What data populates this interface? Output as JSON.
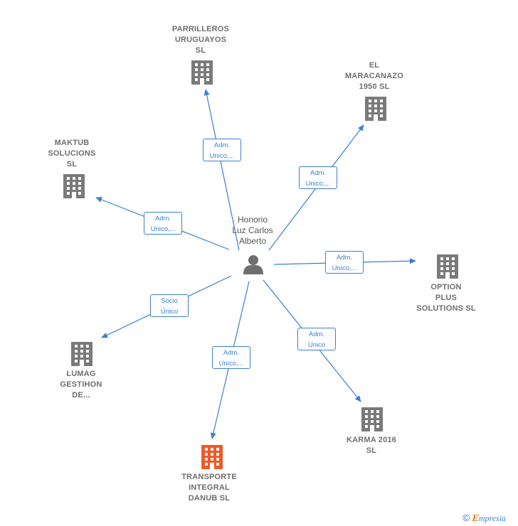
{
  "center": {
    "name": "Honorio\nLuz Carlos\nAlberto",
    "icon": "person-icon"
  },
  "companies": [
    {
      "id": "parrilleros",
      "name": "PARRILLEROS\nURUGUAYOS\nSL",
      "icon": "building-icon",
      "highlight": false
    },
    {
      "id": "maracanazo",
      "name": "EL\nMARACANAZO\n1950  SL",
      "icon": "building-icon",
      "highlight": false
    },
    {
      "id": "maktub",
      "name": "MAKTUB\nSOLUCIONS\nSL",
      "icon": "building-icon",
      "highlight": false
    },
    {
      "id": "option",
      "name": "OPTION\nPLUS\nSOLUTIONS  SL",
      "icon": "building-icon",
      "highlight": false
    },
    {
      "id": "lumag",
      "name": "LUMAG\nGESTIHON\nDE...",
      "icon": "building-icon",
      "highlight": false
    },
    {
      "id": "karma",
      "name": "KARMA 2016\nSL",
      "icon": "building-icon",
      "highlight": false
    },
    {
      "id": "transporte",
      "name": "TRANSPORTE\nINTEGRAL\nDANUB  SL",
      "icon": "building-icon",
      "highlight": true
    }
  ],
  "edges": [
    {
      "to": "parrilleros",
      "label": "Adm.\nUnico,..."
    },
    {
      "to": "maracanazo",
      "label": "Adm.\nUnico,..."
    },
    {
      "to": "maktub",
      "label": "Adm.\nUnico,..."
    },
    {
      "to": "option",
      "label": "Adm.\nUnico,..."
    },
    {
      "to": "lumag",
      "label": "Socio\nÚnico"
    },
    {
      "to": "karma",
      "label": "Adm.\nUnico"
    },
    {
      "to": "transporte",
      "label": "Adm.\nUnico,..."
    }
  ],
  "colors": {
    "edge": "#3a7fd5",
    "building": "#7a7a7a",
    "building_highlight": "#f05a28",
    "person": "#6e6e6e"
  },
  "brand": {
    "copyright": "©",
    "e": "E",
    "rest": "mpresia"
  }
}
